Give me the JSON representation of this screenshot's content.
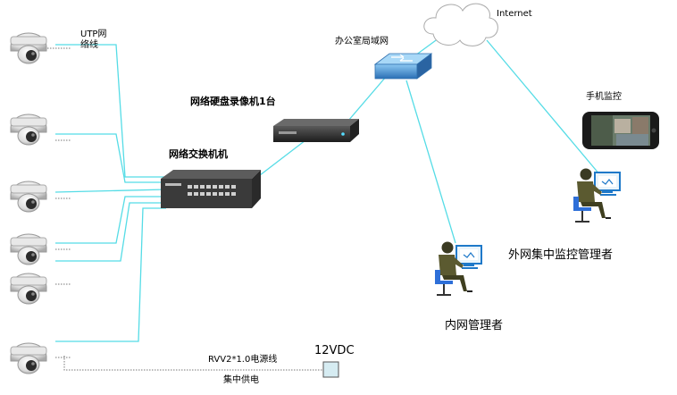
{
  "labels": {
    "internet": "Internet",
    "lan": "办公室局域网",
    "utp_line1": "UTP网",
    "utp_line2": "络线",
    "nvr": "网络硬盘录像机1台",
    "switch": "网络交换机机",
    "mobile": "手机监控",
    "remote_admin": "外网集中监控管理者",
    "local_admin": "内网管理者",
    "power_cable": "RVV2*1.0电源线",
    "voltage": "12VDC",
    "power_supply": "集中供电"
  },
  "colors": {
    "network_line": "#55dce6",
    "power_line": "#777777",
    "switch_body": "#3a3a3a",
    "router_blue": "#2f7bc4"
  },
  "icons": [
    "dome-camera-icon",
    "network-switch-icon",
    "nvr-icon",
    "router-icon",
    "cloud-icon",
    "smartphone-icon",
    "person-at-computer-icon",
    "power-supply-icon"
  ]
}
